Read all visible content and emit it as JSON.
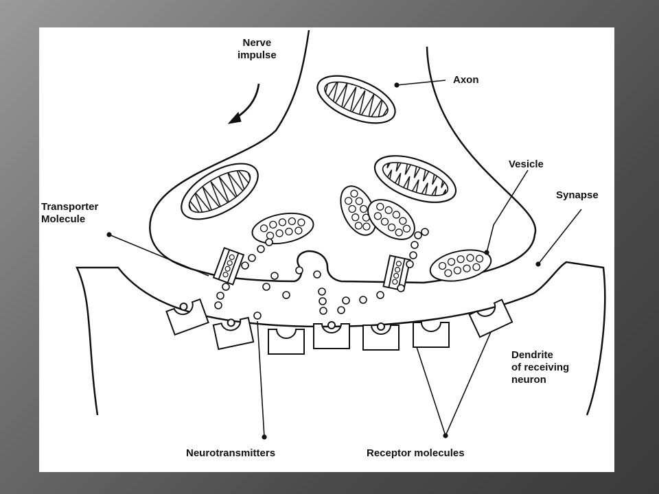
{
  "labels": {
    "nerve_impulse": [
      "Nerve",
      "impulse"
    ],
    "axon": "Axon",
    "vesicle": "Vesicle",
    "synapse": "Synapse",
    "transporter_molecule": [
      "Transporter",
      "Molecule"
    ],
    "dendrite": [
      "Dendrite",
      "of receiving",
      "neuron"
    ],
    "neurotransmitters": "Neurotransmitters",
    "receptor_molecules": "Receptor molecules"
  }
}
